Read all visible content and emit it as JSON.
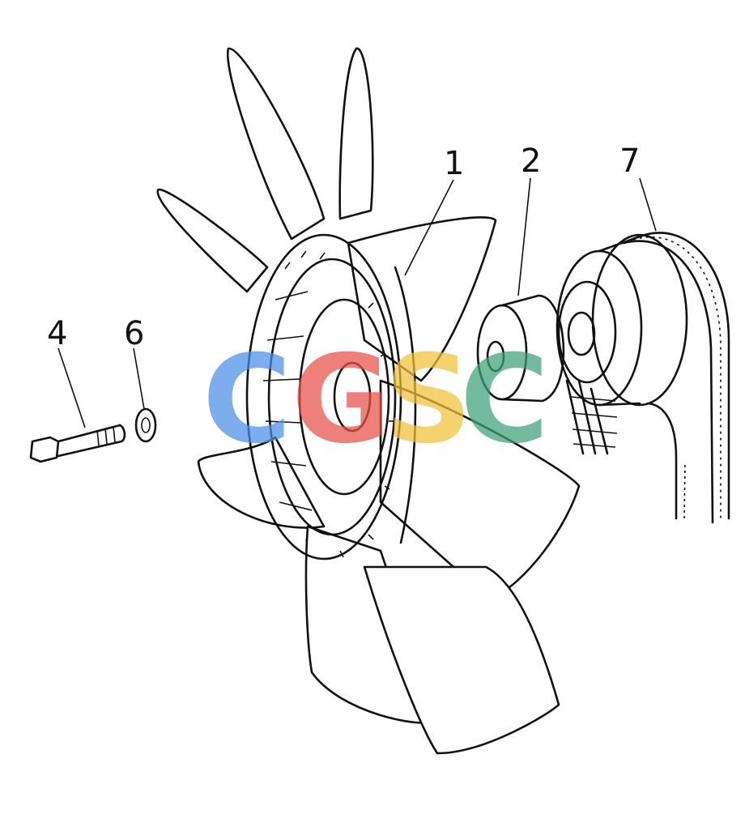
{
  "diagram": {
    "callouts": [
      {
        "id": "fan",
        "label": "1"
      },
      {
        "id": "spacer",
        "label": "2"
      },
      {
        "id": "bolt",
        "label": "4"
      },
      {
        "id": "washer",
        "label": "6"
      },
      {
        "id": "belt",
        "label": "7"
      }
    ],
    "watermark": {
      "letters": [
        "C",
        "G",
        "S",
        "C"
      ],
      "colors": [
        "#4a8fe8",
        "#e8504a",
        "#f2c23a",
        "#3fa07a"
      ]
    }
  }
}
